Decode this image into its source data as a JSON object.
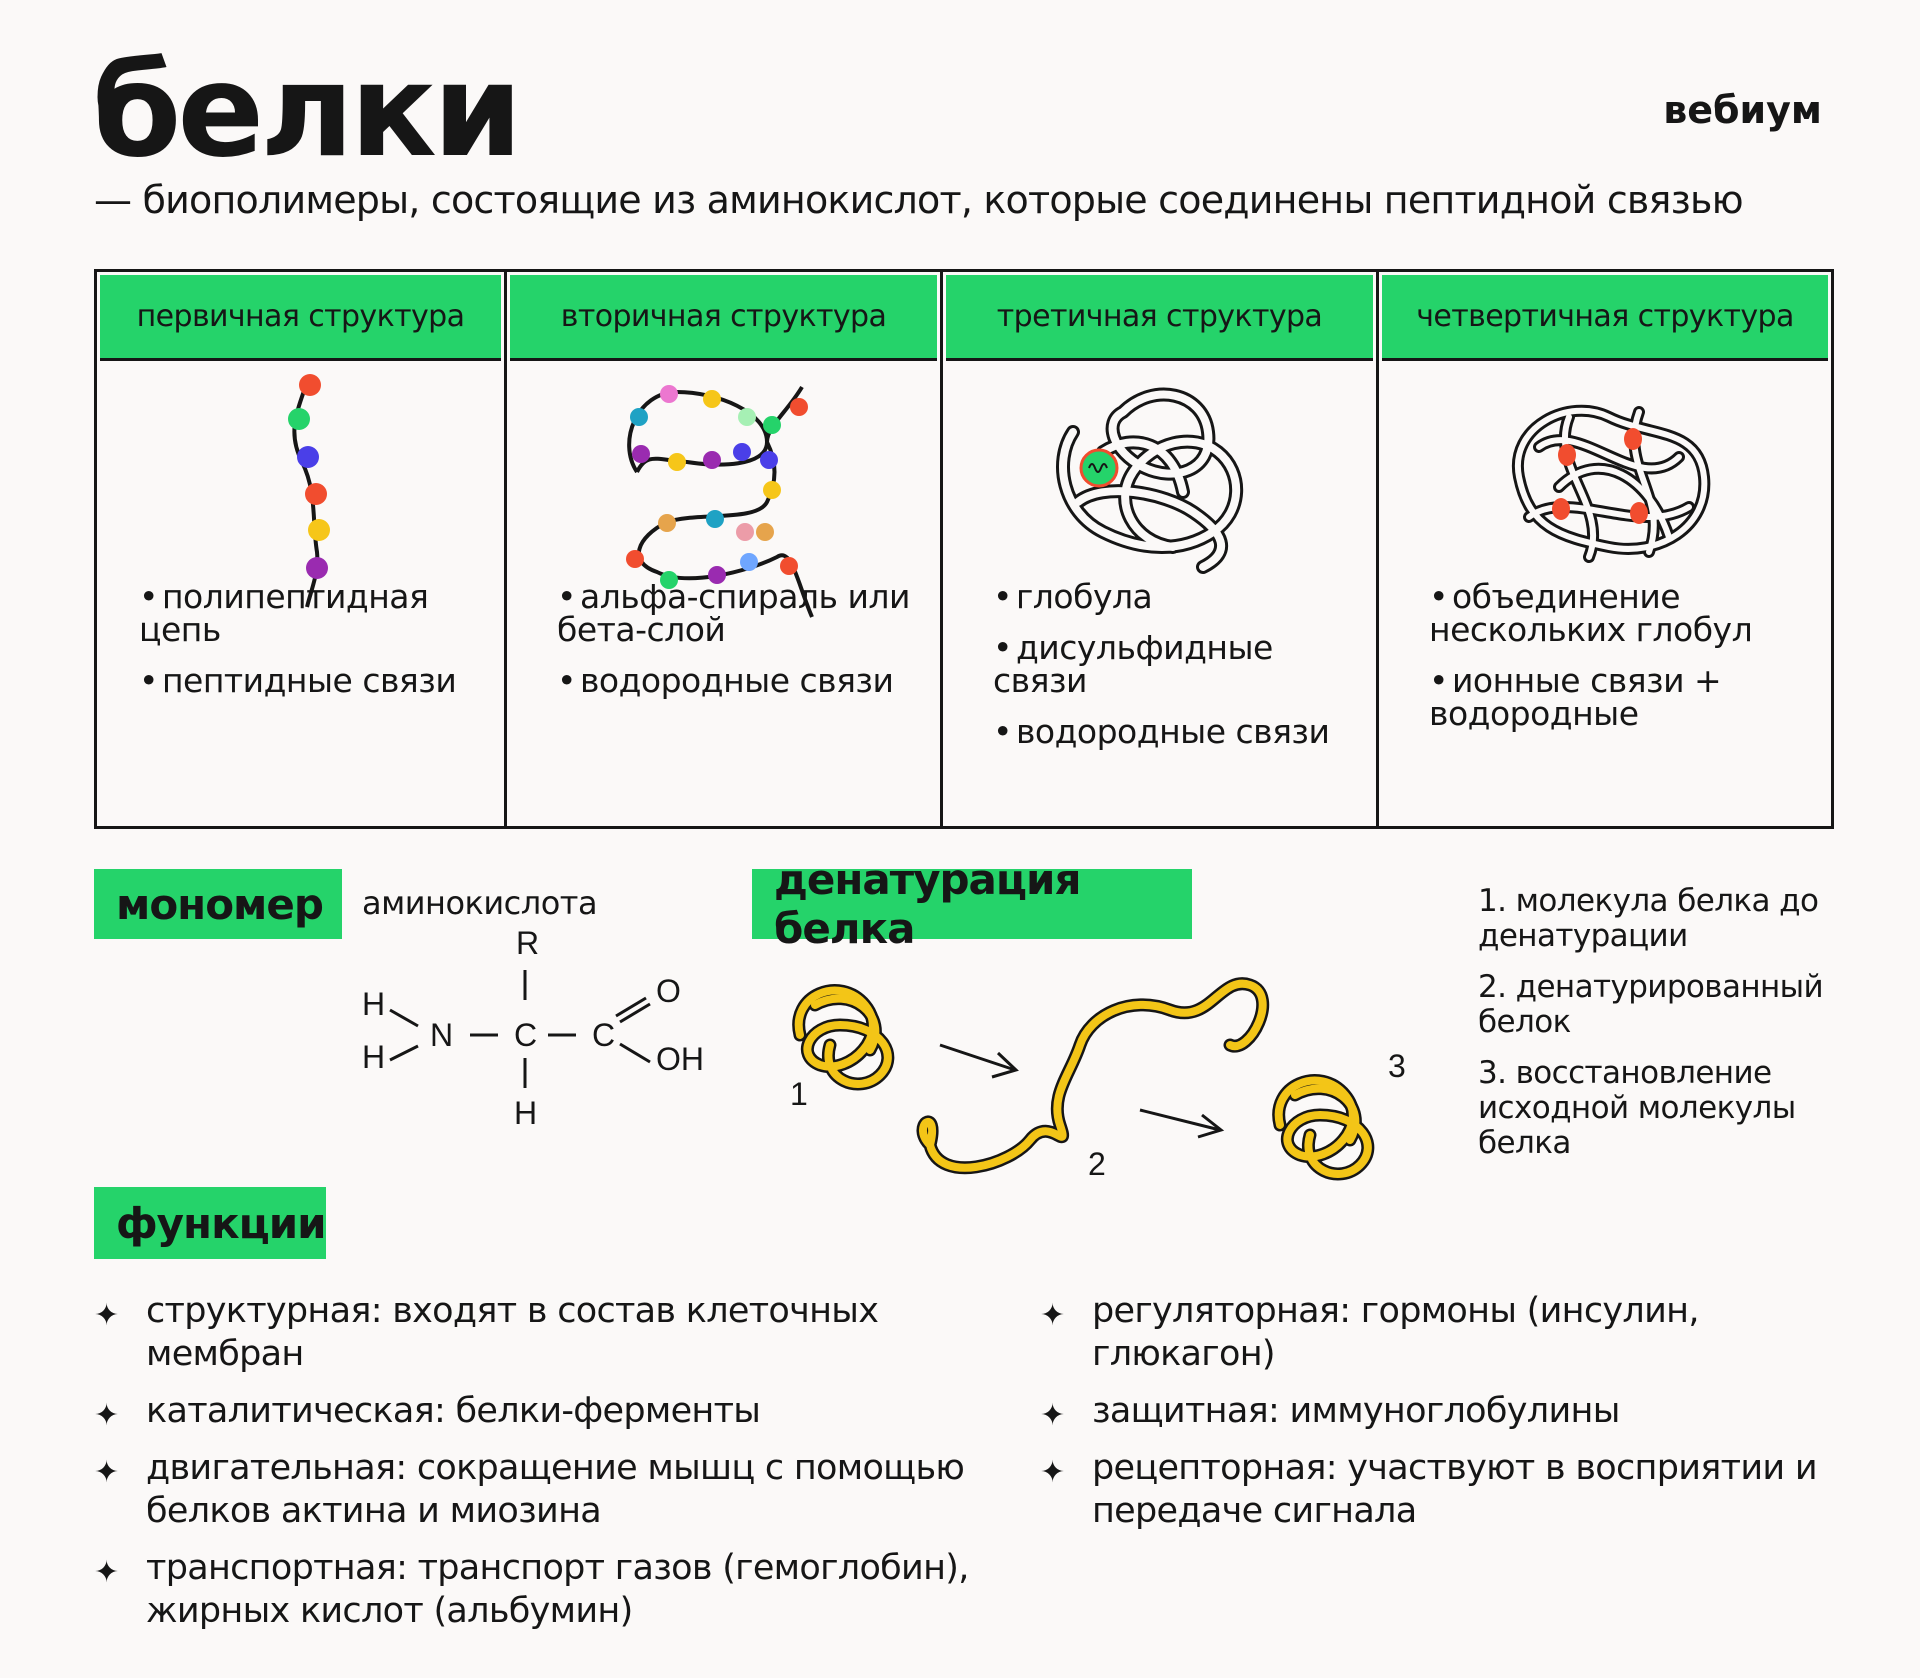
{
  "header": {
    "title": "белки",
    "brand": "вебиум",
    "subtitle": "— биополимеры, состоящие из аминокислот, которые соединены пептидной связью"
  },
  "structures": [
    {
      "heading": "первичная структура",
      "bullets": [
        "полипептидная цепь",
        "пептидные связи"
      ]
    },
    {
      "heading": "вторичная структура",
      "bullets": [
        "альфа-спираль или бета-слой",
        "водородные связи"
      ]
    },
    {
      "heading": "третичная структура",
      "bullets": [
        "глобула",
        "дисульфидные связи",
        "водородные связи"
      ]
    },
    {
      "heading": "четвертичная структура",
      "bullets": [
        "объединение нескольких глобул",
        "ионные связи + водородные"
      ]
    }
  ],
  "monomer": {
    "label": "мономер",
    "caption": "аминокислота",
    "formula": {
      "R": "R",
      "H1": "H",
      "H2": "H",
      "N": "N",
      "C1": "C",
      "C2": "C",
      "O": "O",
      "OH": "OH",
      "H3": "H"
    }
  },
  "denaturation": {
    "label": "денатурация белка",
    "markers": [
      "1",
      "2",
      "3"
    ],
    "steps": [
      "1. молекула белка до денатурации",
      "2. денатурированный белок",
      "3. восстановление исходной молекулы белка"
    ]
  },
  "functions": {
    "label": "функции",
    "left": [
      "структурная: входят в состав клеточных мембран",
      "каталитическая: белки-ферменты",
      "двигательная: сокращение мышц с помощью белков актина и миозина",
      "транспортная: транспорт газов (гемоглобин), жирных кислот (альбумин)"
    ],
    "right": [
      "регуляторная: гормоны (инсулин, глюкагон)",
      "защитная: иммуноглобулины",
      "рецепторная: участвуют в восприятии и передаче сигнала"
    ]
  },
  "colors": {
    "accent": "#25d36a",
    "text": "#161616",
    "background": "#fbf9f8",
    "chain_yellow": "#f3c517",
    "bead_red": "#f14d2f"
  }
}
